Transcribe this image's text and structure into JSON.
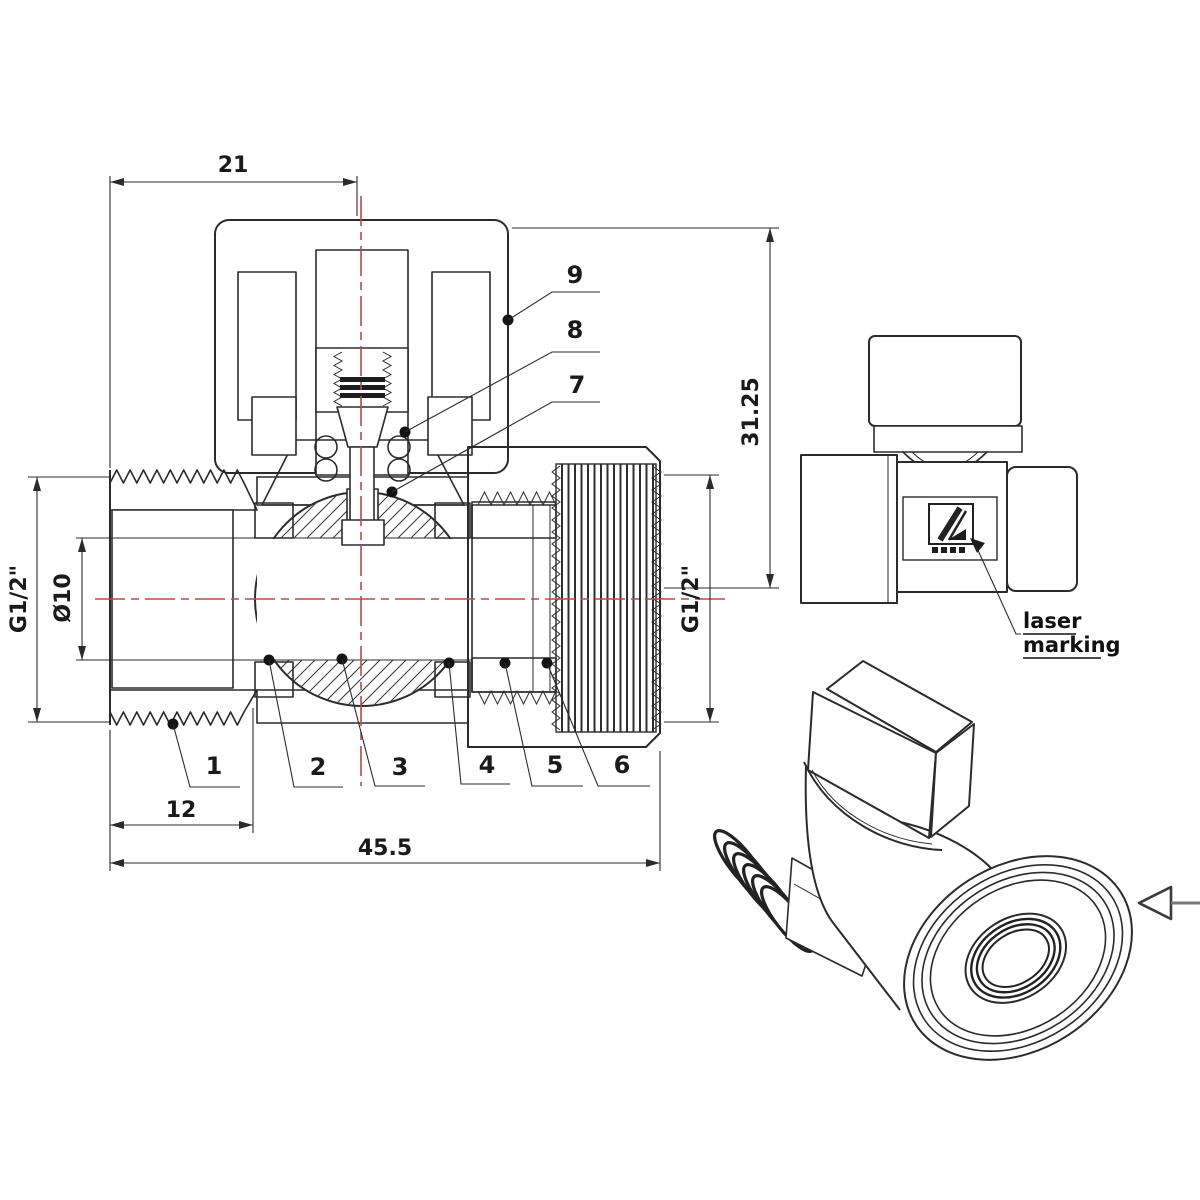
{
  "drawing": {
    "title_hint": "ball valve technical drawing",
    "dimensions": {
      "top_width": "21",
      "overall_height": "31.25",
      "thread_left": "G1/2\"",
      "bore_diameter": "Ø10",
      "thread_length": "12",
      "total_length": "45.5",
      "thread_right": "G1/2\""
    },
    "callouts": [
      "1",
      "2",
      "3",
      "4",
      "5",
      "6",
      "7",
      "8",
      "9"
    ],
    "labels": {
      "laser_line1": "laser",
      "laser_line2": "marking"
    },
    "icons": {
      "flow_direction": "left-pointing-triangle-arrow"
    },
    "colors": {
      "line": "#2b2b2b",
      "centerline_red": "#b94a48"
    },
    "views": {
      "main": "sectional front view",
      "side": "right side view with laser marking",
      "iso": "isometric view"
    }
  }
}
